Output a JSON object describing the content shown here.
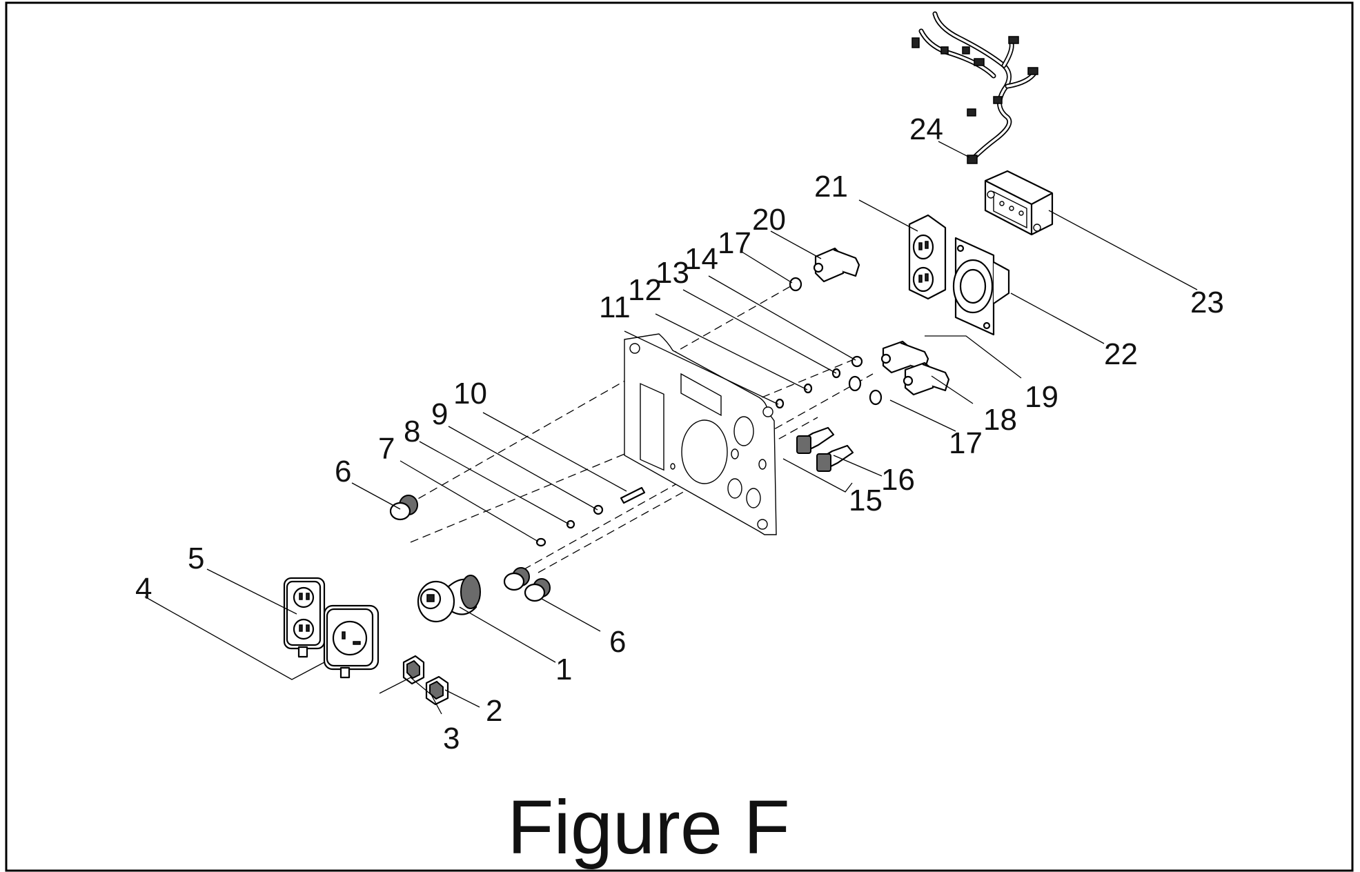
{
  "figure": {
    "title": "Figure F"
  },
  "callouts": [
    {
      "id": "c1",
      "label": "1"
    },
    {
      "id": "c2",
      "label": "2"
    },
    {
      "id": "c3",
      "label": "3"
    },
    {
      "id": "c4",
      "label": "4"
    },
    {
      "id": "c5",
      "label": "5"
    },
    {
      "id": "c6a",
      "label": "6"
    },
    {
      "id": "c6b",
      "label": "6"
    },
    {
      "id": "c7",
      "label": "7"
    },
    {
      "id": "c8",
      "label": "8"
    },
    {
      "id": "c9",
      "label": "9"
    },
    {
      "id": "c10",
      "label": "10"
    },
    {
      "id": "c11",
      "label": "11"
    },
    {
      "id": "c12",
      "label": "12"
    },
    {
      "id": "c13",
      "label": "13"
    },
    {
      "id": "c14",
      "label": "14"
    },
    {
      "id": "c15",
      "label": "15"
    },
    {
      "id": "c16",
      "label": "16"
    },
    {
      "id": "c17a",
      "label": "17"
    },
    {
      "id": "c17b",
      "label": "17"
    },
    {
      "id": "c18",
      "label": "18"
    },
    {
      "id": "c19",
      "label": "19"
    },
    {
      "id": "c20",
      "label": "20"
    },
    {
      "id": "c21",
      "label": "21"
    },
    {
      "id": "c22",
      "label": "22"
    },
    {
      "id": "c23",
      "label": "23"
    },
    {
      "id": "c24",
      "label": "24"
    }
  ]
}
